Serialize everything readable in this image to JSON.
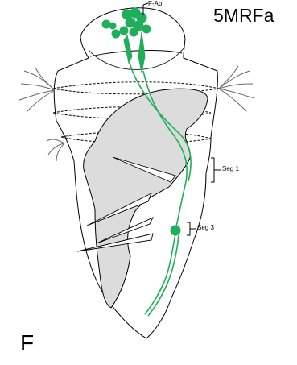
{
  "title": "5MRFa",
  "panel_letter": "F",
  "labels": {
    "f_ap": "F-Ap",
    "seg1": "Seg 1",
    "seg3": "Seg 3"
  },
  "colors": {
    "neuron": "#1fae5a",
    "gut_fill": "#dcdcdc",
    "outline": "#000000"
  }
}
